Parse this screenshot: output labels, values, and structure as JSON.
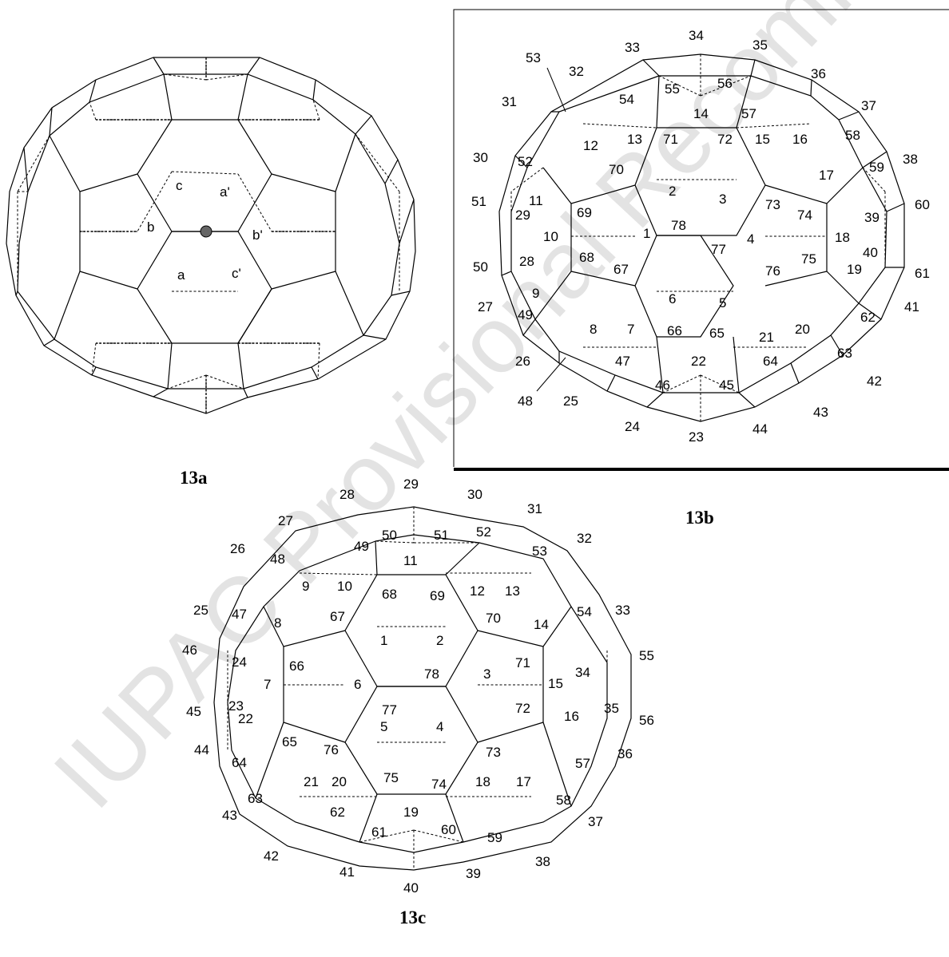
{
  "watermark": "IUPAC Provisional Recommendations",
  "figures": {
    "a": {
      "caption": "13a",
      "labels": [
        "c",
        "a'",
        "b",
        "b'",
        "a",
        "c'"
      ]
    },
    "b": {
      "caption": "13b",
      "labels": [
        "1",
        "2",
        "3",
        "4",
        "5",
        "6",
        "7",
        "8",
        "9",
        "10",
        "11",
        "12",
        "13",
        "14",
        "15",
        "16",
        "17",
        "18",
        "19",
        "20",
        "21",
        "22",
        "23",
        "24",
        "25",
        "26",
        "27",
        "28",
        "29",
        "30",
        "31",
        "32",
        "33",
        "34",
        "35",
        "36",
        "37",
        "38",
        "39",
        "40",
        "41",
        "42",
        "43",
        "44",
        "45",
        "46",
        "47",
        "48",
        "49",
        "50",
        "51",
        "52",
        "53",
        "54",
        "55",
        "56",
        "57",
        "58",
        "59",
        "60",
        "61",
        "62",
        "63",
        "64",
        "65",
        "66",
        "67",
        "68",
        "69",
        "70",
        "71",
        "72",
        "73",
        "74",
        "75",
        "76",
        "77",
        "78"
      ]
    },
    "c": {
      "caption": "13c",
      "labels": [
        "1",
        "2",
        "3",
        "4",
        "5",
        "6",
        "7",
        "8",
        "9",
        "10",
        "11",
        "12",
        "13",
        "14",
        "15",
        "16",
        "17",
        "18",
        "19",
        "20",
        "21",
        "22",
        "23",
        "24",
        "25",
        "26",
        "27",
        "28",
        "29",
        "30",
        "31",
        "32",
        "33",
        "34",
        "35",
        "36",
        "37",
        "38",
        "39",
        "40",
        "41",
        "42",
        "43",
        "44",
        "45",
        "46",
        "47",
        "48",
        "49",
        "50",
        "51",
        "52",
        "53",
        "54",
        "55",
        "56",
        "57",
        "58",
        "59",
        "60",
        "61",
        "62",
        "63",
        "64",
        "65",
        "66",
        "67",
        "68",
        "69",
        "70",
        "71",
        "72",
        "73",
        "74",
        "75",
        "76",
        "77",
        "78"
      ]
    }
  }
}
